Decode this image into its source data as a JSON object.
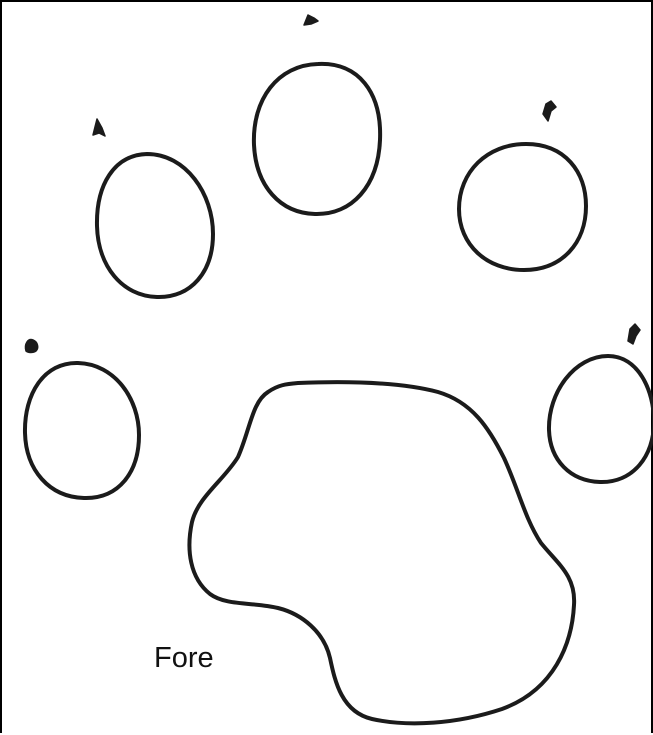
{
  "label": "Fore",
  "ink_color": "#1b1b1b",
  "background_color": "#ffffff",
  "toe_pad_count": 5,
  "claw_mark_count": 5
}
